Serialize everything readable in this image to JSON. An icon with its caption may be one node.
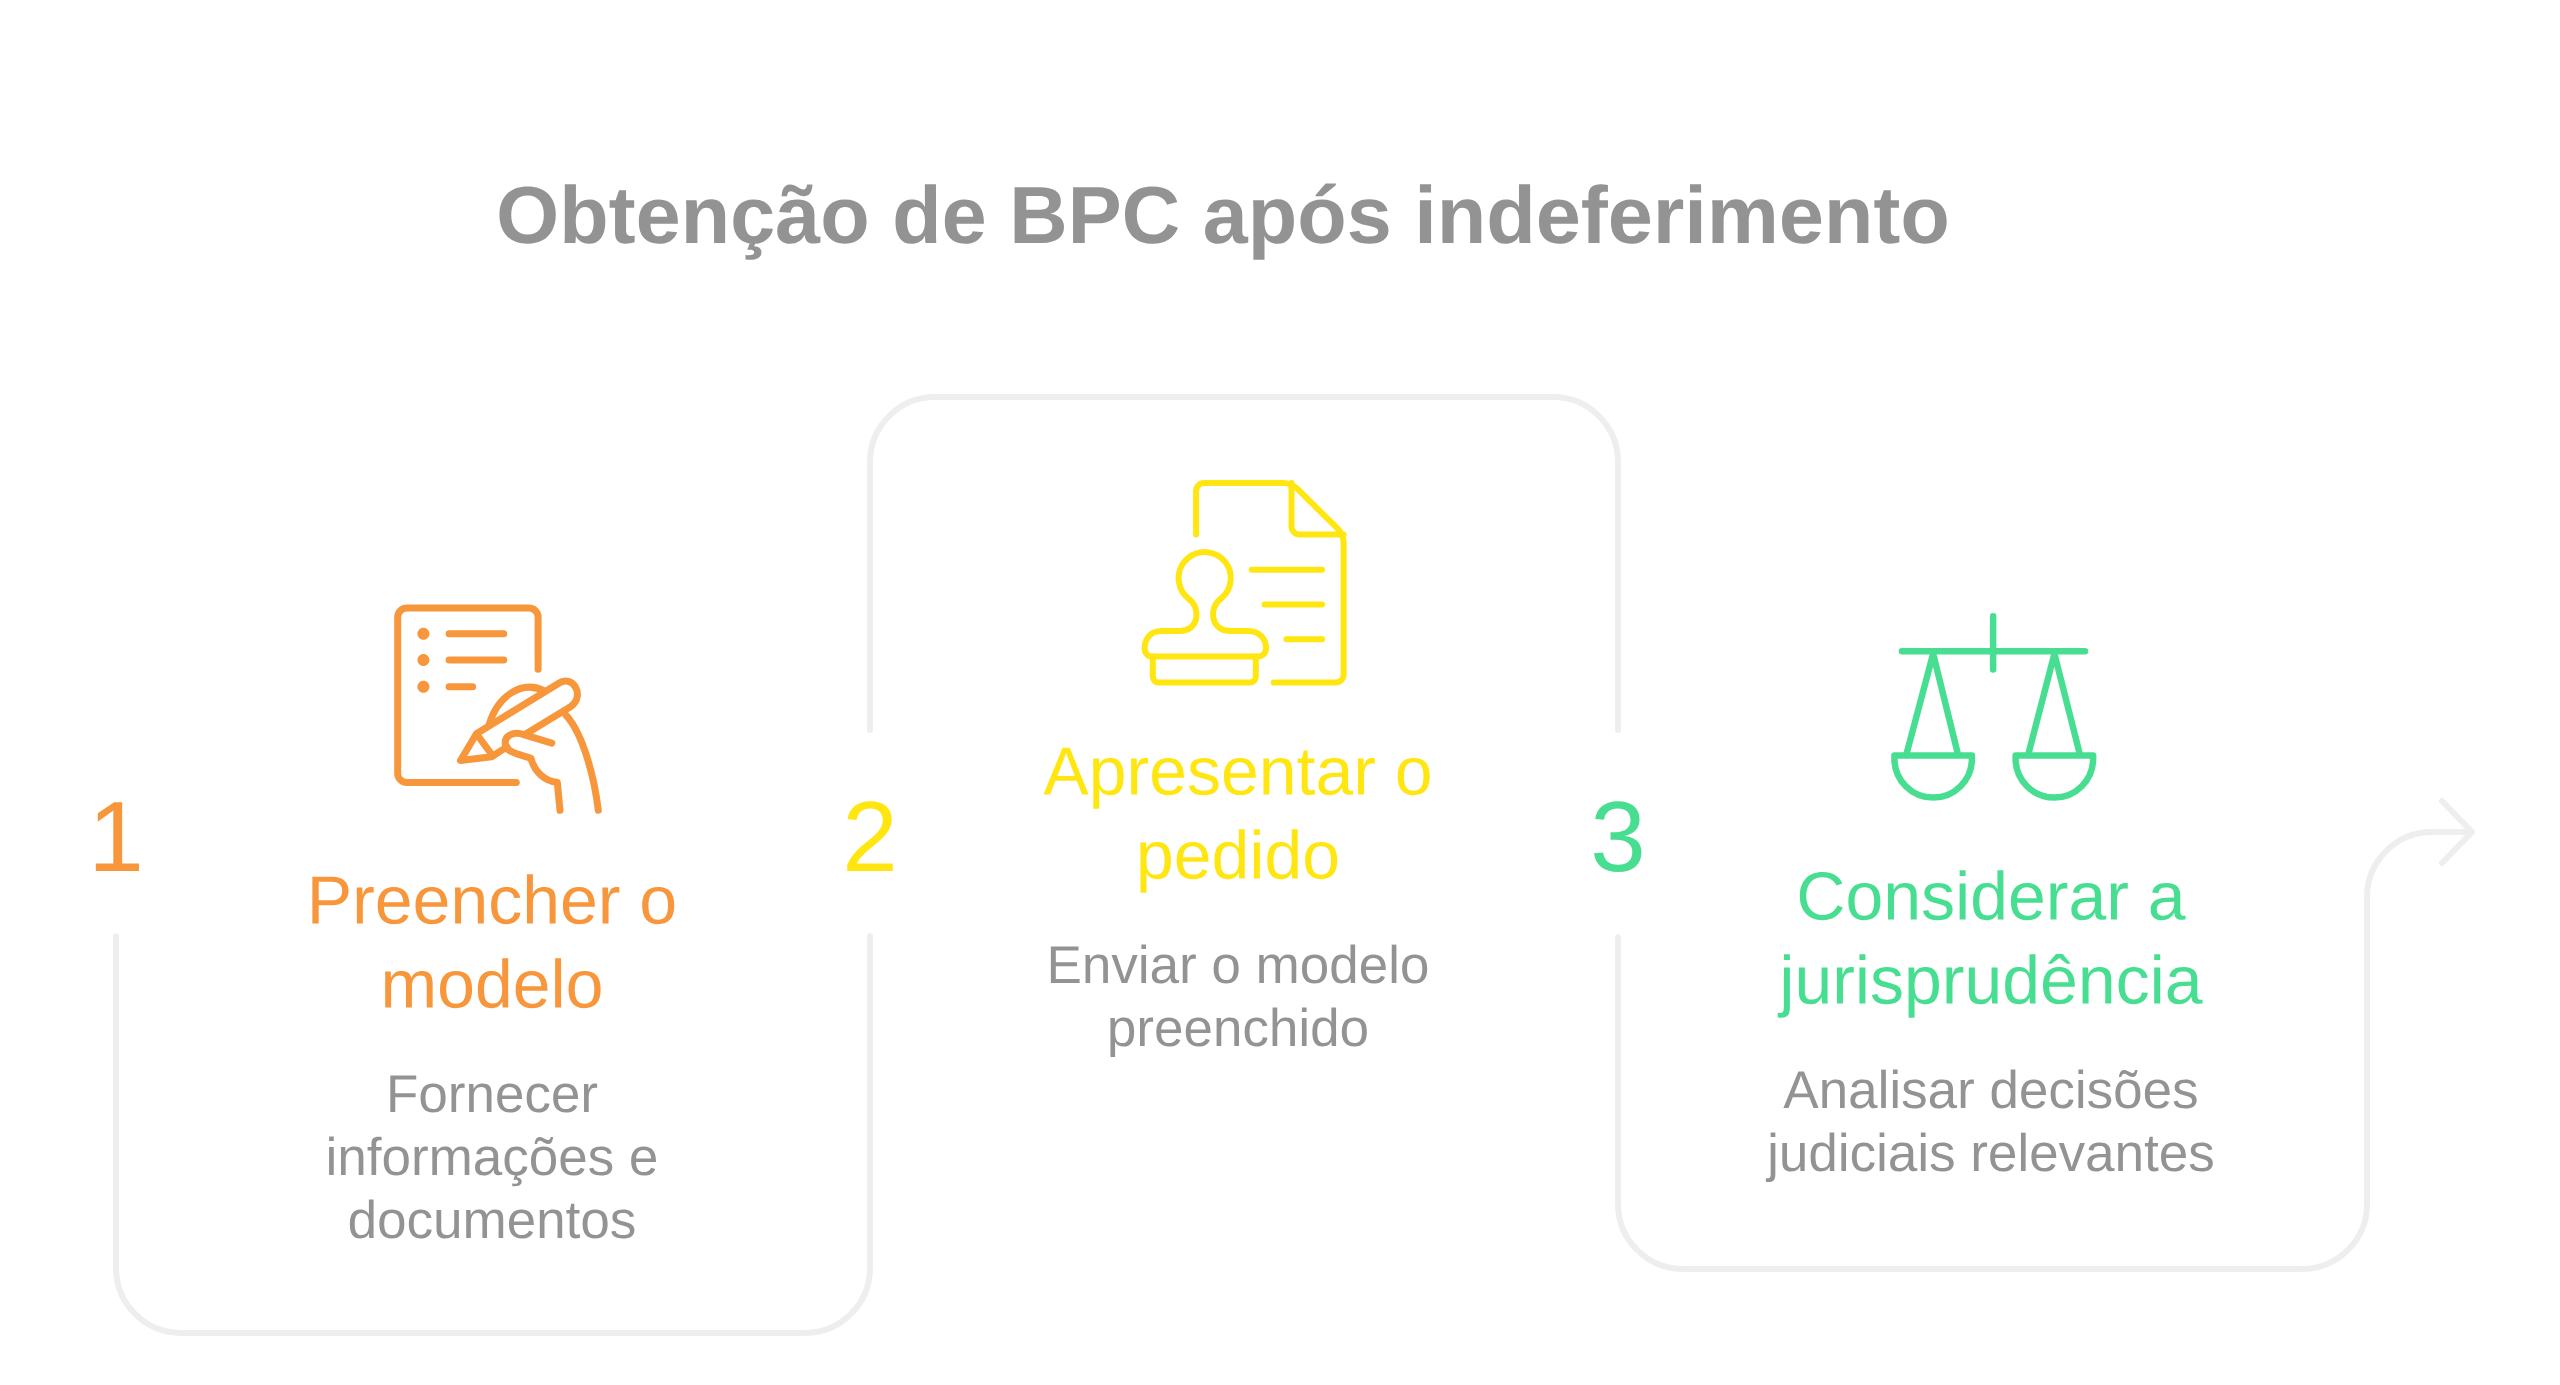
{
  "diagram": {
    "title": "Obtenção de BPC após indeferimento",
    "nodes": [
      {
        "text": [
          "1"
        ]
      },
      {
        "text": [
          "Preencher o modelo",
          "Fornecer informações e documentos"
        ]
      },
      {
        "text": [
          "2"
        ]
      },
      {
        "text": [
          "Apresentar o pedido",
          "Enviar o modelo preenchido"
        ]
      },
      {
        "text": [
          "3"
        ]
      },
      {
        "text": [
          "Considerar a jurisprudência",
          "Analisar decisões judiciais relevantes"
        ]
      }
    ],
    "edges": [
      {
        "from": 0,
        "to": 2,
        "arrow": "none"
      },
      {
        "from": 2,
        "to": 4,
        "arrow": "none"
      },
      {
        "from": 4,
        "to": null,
        "arrow": "to"
      }
    ]
  }
}
